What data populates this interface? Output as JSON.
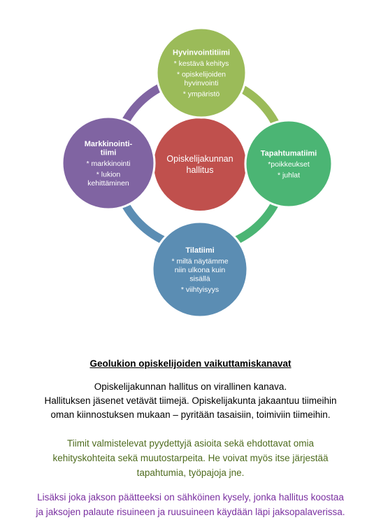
{
  "diagram": {
    "center": {
      "lines": [
        "Opiskelijakunnan",
        "hallitus"
      ],
      "color": "#c0504d"
    },
    "nodes": {
      "top": {
        "title": [
          "Hyvinvointitiimi"
        ],
        "items": [
          "* kestävä kehitys",
          "* opiskelijoiden",
          "hyvinvointi",
          "* ympäristö"
        ],
        "color": "#9bbb59"
      },
      "right": {
        "title": [
          "Tapahtumatiimi"
        ],
        "items": [
          "*poikkeukset",
          "* juhlat"
        ],
        "color": "#4bb574"
      },
      "bottom": {
        "title": [
          "Tilatiimi"
        ],
        "items": [
          "* miltä näytämme",
          "niin ulkona kuin",
          "sisällä",
          "* viihtyisyys"
        ],
        "color": "#5b8db3"
      },
      "left": {
        "title": [
          "Markkinointi-",
          "tiimi"
        ],
        "items": [
          "* markkinointi",
          "* lukion",
          "kehittäminen"
        ],
        "color": "#8064a2"
      }
    },
    "ring_colors": {
      "top_right": "#9bbb59",
      "right_bottom": "#4bb574",
      "bottom_left": "#5b8db3",
      "left_top": "#8064a2"
    }
  },
  "text": {
    "heading": "Geolukion opiskelijoiden vaikuttamiskanavat",
    "para1": [
      "Opiskelijakunnan hallitus on virallinen kanava.",
      "Hallituksen jäsenet vetävät tiimejä. Opiskelijakunta jakaantuu tiimeihin",
      "oman kiinnostuksen mukaan – pyritään tasaisiin, toimiviin tiimeihin."
    ],
    "para2": [
      "Tiimit valmistelevat pyydettyjä asioita sekä ehdottavat omia",
      "kehityskohteita sekä muutostarpeita. He voivat myös itse järjestää",
      "tapahtumia, työpajoja jne."
    ],
    "para3": [
      "Lisäksi joka jakson päätteeksi on sähköinen kysely, jonka hallitus koostaa",
      "ja jaksojen palaute risuineen ja ruusuineen käydään läpi jaksopalaverissa."
    ]
  }
}
